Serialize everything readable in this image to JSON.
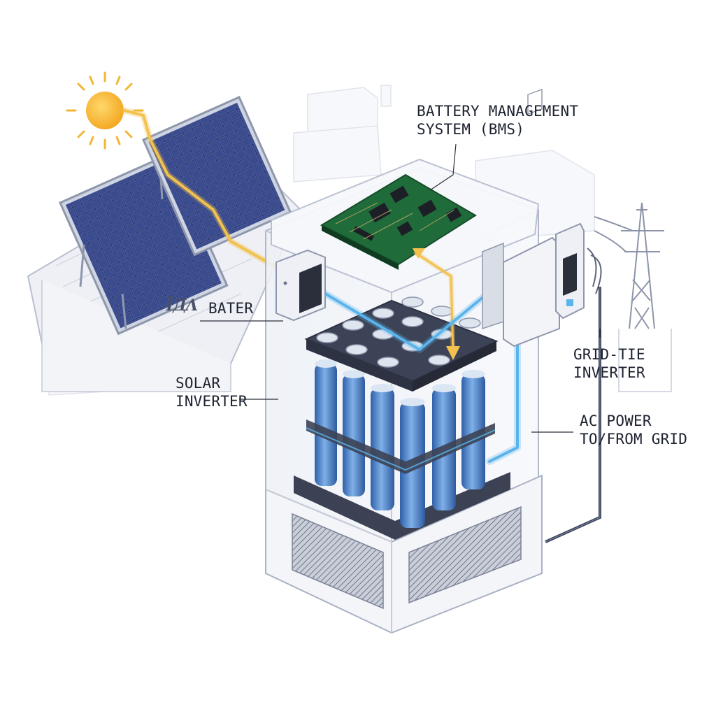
{
  "labels": {
    "bms_line1": "BATTERY MANAGEMENT",
    "bms_line2": "SYSTEM (BMS)",
    "bater": "BATER",
    "solar_line1": "SOLAR",
    "solar_line2": "INVERTER",
    "grid_line1": "GRID-TIE",
    "grid_line2": "INVERTER",
    "ac_line1": "AC POWER",
    "ac_line2": "TO/FROM GRID",
    "logo": "ꟾДΛ"
  },
  "icons": [
    "sun-icon",
    "solar-panel-icon",
    "house-icon",
    "battery-cell-icon",
    "circuit-board-icon",
    "inverter-icon",
    "transmission-tower-icon"
  ],
  "colors": {
    "solar_flow": "#f2c14e",
    "dc_flow": "#5ab4ec",
    "panel": "#2f3d78",
    "cell": "#4f86c9",
    "pcb": "#1f6b3a",
    "outline": "#9aa3b8",
    "sun": "#f7b733"
  }
}
